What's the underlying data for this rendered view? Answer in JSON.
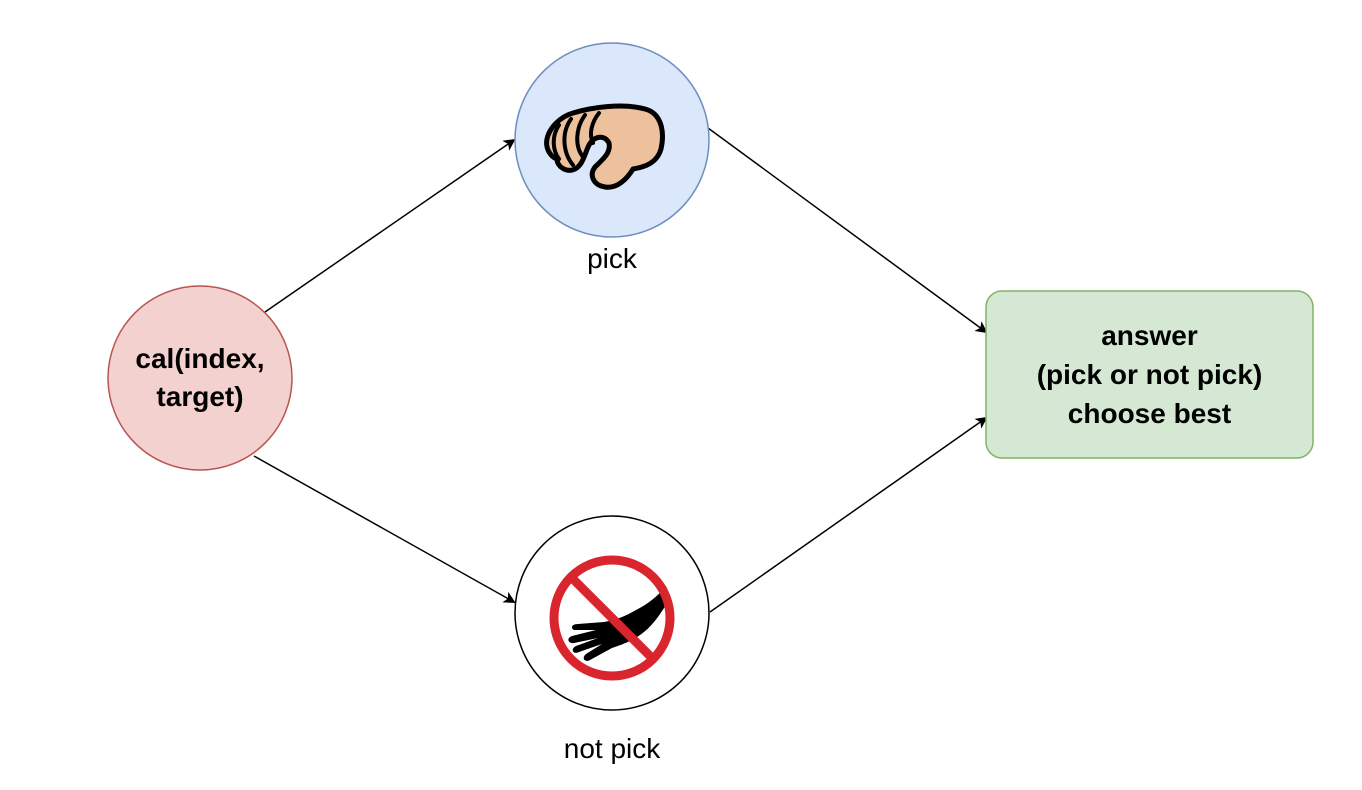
{
  "nodes": {
    "start": {
      "text": "cal(index,\ntarget)",
      "fill": "#f3d1cf",
      "stroke": "#b85450"
    },
    "pick": {
      "label": "pick",
      "icon": "pinching-hand-icon",
      "fill": "#dbe7fb",
      "stroke": "#6c8ebf"
    },
    "not_pick": {
      "label": "not pick",
      "icon": "no-touch-hand-icon",
      "fill": "#ffffff",
      "stroke": "#000000"
    },
    "answer": {
      "text": "answer\n(pick or not pick)\nchoose best",
      "fill": "#d5e8d4",
      "stroke": "#82b366"
    }
  },
  "edges": [
    {
      "from": "start",
      "to": "pick"
    },
    {
      "from": "start",
      "to": "not_pick"
    },
    {
      "from": "pick",
      "to": "answer"
    },
    {
      "from": "not_pick",
      "to": "answer"
    }
  ],
  "colors": {
    "edge": "#000000",
    "prohibit_red": "#d9262e",
    "skin": "#edc19c",
    "outline": "#000000"
  }
}
